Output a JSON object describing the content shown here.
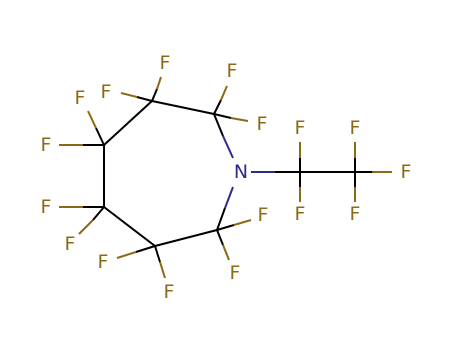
{
  "molecule": {
    "bond_color": "#000000",
    "nitrogen_color": "#2e2a8c",
    "fluorine_color": "#8c6a14",
    "nitrogen_label": "N",
    "fluorine_label": "F",
    "ring_carbons": [
      {
        "id": "C2",
        "fluorines": [
          "F1",
          "F2"
        ]
      },
      {
        "id": "C3",
        "fluorines": [
          "F3",
          "F4"
        ]
      },
      {
        "id": "C4",
        "fluorines": [
          "F5",
          "F6"
        ]
      },
      {
        "id": "C5",
        "fluorines": [
          "F7",
          "F8"
        ]
      },
      {
        "id": "C6",
        "fluorines": [
          "F9",
          "F10"
        ]
      },
      {
        "id": "C7",
        "fluorines": [
          "F11",
          "F12"
        ]
      }
    ],
    "substituent": {
      "name": "pentafluoroethyl",
      "carbons": [
        {
          "id": "Ca",
          "fluorines": [
            "F13",
            "F14"
          ]
        },
        {
          "id": "Cb",
          "fluorines": [
            "F15",
            "F16",
            "F17"
          ]
        }
      ]
    }
  }
}
